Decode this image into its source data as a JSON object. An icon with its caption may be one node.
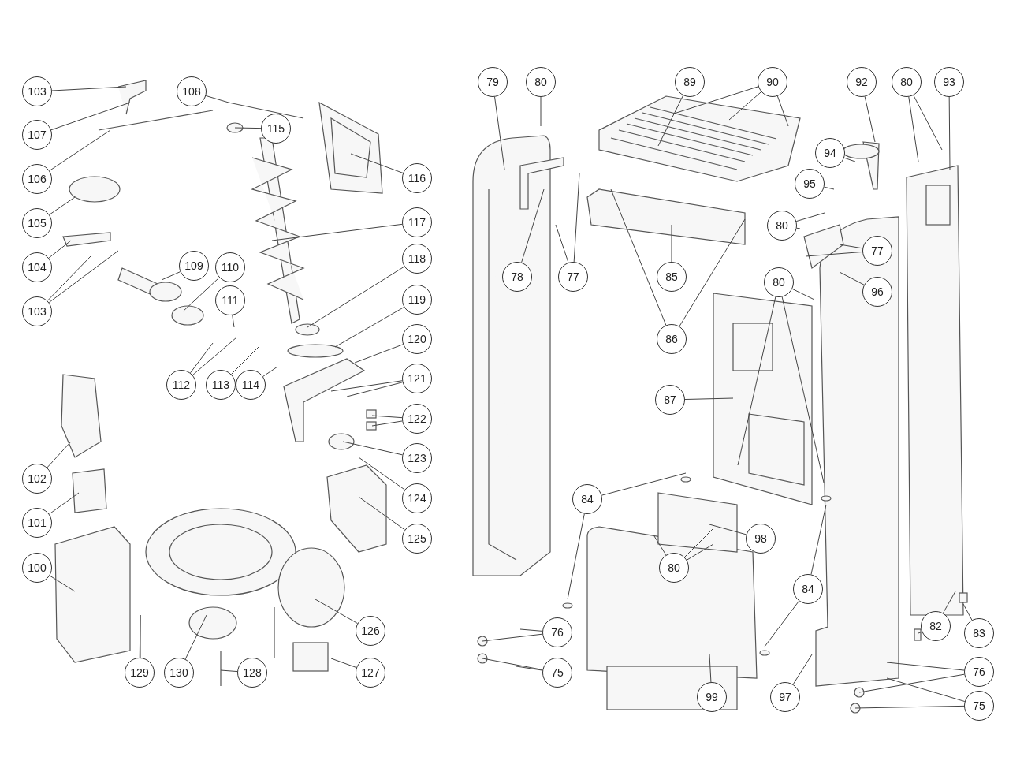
{
  "diagram": {
    "nodes": [
      {
        "text": [
          "103"
        ]
      },
      {
        "text": [
          "107"
        ]
      },
      {
        "text": [
          "106"
        ]
      },
      {
        "text": [
          "105"
        ]
      },
      {
        "text": [
          "104"
        ]
      },
      {
        "text": [
          "103"
        ]
      },
      {
        "text": [
          "108"
        ]
      },
      {
        "text": [
          "115"
        ]
      },
      {
        "text": [
          "109"
        ]
      },
      {
        "text": [
          "110"
        ]
      },
      {
        "text": [
          "111"
        ]
      },
      {
        "text": [
          "112"
        ]
      },
      {
        "text": [
          "113"
        ]
      },
      {
        "text": [
          "114"
        ]
      },
      {
        "text": [
          "116"
        ]
      },
      {
        "text": [
          "117"
        ]
      },
      {
        "text": [
          "118"
        ]
      },
      {
        "text": [
          "119"
        ]
      },
      {
        "text": [
          "120"
        ]
      },
      {
        "text": [
          "121"
        ]
      },
      {
        "text": [
          "122"
        ]
      },
      {
        "text": [
          "123"
        ]
      },
      {
        "text": [
          "124"
        ]
      },
      {
        "text": [
          "125"
        ]
      },
      {
        "text": [
          "102"
        ]
      },
      {
        "text": [
          "101"
        ]
      },
      {
        "text": [
          "100"
        ]
      },
      {
        "text": [
          "126"
        ]
      },
      {
        "text": [
          "129"
        ]
      },
      {
        "text": [
          "130"
        ]
      },
      {
        "text": [
          "128"
        ]
      },
      {
        "text": [
          "127"
        ]
      },
      {
        "text": [
          "79"
        ]
      },
      {
        "text": [
          "80"
        ]
      },
      {
        "text": [
          "89"
        ]
      },
      {
        "text": [
          "90"
        ]
      },
      {
        "text": [
          "92"
        ]
      },
      {
        "text": [
          "80"
        ]
      },
      {
        "text": [
          "93"
        ]
      },
      {
        "text": [
          "94"
        ]
      },
      {
        "text": [
          "95"
        ]
      },
      {
        "text": [
          "80"
        ]
      },
      {
        "text": [
          "77"
        ]
      },
      {
        "text": [
          "96"
        ]
      },
      {
        "text": [
          "78"
        ]
      },
      {
        "text": [
          "77"
        ]
      },
      {
        "text": [
          "85"
        ]
      },
      {
        "text": [
          "86"
        ]
      },
      {
        "text": [
          "80"
        ]
      },
      {
        "text": [
          "87"
        ]
      },
      {
        "text": [
          "84"
        ]
      },
      {
        "text": [
          "98"
        ]
      },
      {
        "text": [
          "80"
        ]
      },
      {
        "text": [
          "84"
        ]
      },
      {
        "text": [
          "82"
        ]
      },
      {
        "text": [
          "83"
        ]
      },
      {
        "text": [
          "76"
        ]
      },
      {
        "text": [
          "75"
        ]
      },
      {
        "text": [
          "99"
        ]
      },
      {
        "text": [
          "97"
        ]
      },
      {
        "text": [
          "76"
        ]
      },
      {
        "text": [
          "75"
        ]
      }
    ],
    "edges": [
      {
        "from": 0,
        "to": null,
        "arrow": "none"
      },
      {
        "from": 1,
        "to": null,
        "arrow": "none"
      },
      {
        "from": 2,
        "to": null,
        "arrow": "none"
      },
      {
        "from": 3,
        "to": null,
        "arrow": "none"
      },
      {
        "from": 4,
        "to": null,
        "arrow": "none"
      },
      {
        "from": 5,
        "to": null,
        "arrow": "none"
      },
      {
        "from": 5,
        "to": null,
        "arrow": "none"
      },
      {
        "from": 6,
        "to": null,
        "arrow": "none"
      },
      {
        "from": 7,
        "to": null,
        "arrow": "none"
      },
      {
        "from": 8,
        "to": null,
        "arrow": "none"
      },
      {
        "from": 9,
        "to": null,
        "arrow": "none"
      },
      {
        "from": 10,
        "to": null,
        "arrow": "none"
      },
      {
        "from": 11,
        "to": null,
        "arrow": "none"
      },
      {
        "from": 11,
        "to": null,
        "arrow": "none"
      },
      {
        "from": 12,
        "to": null,
        "arrow": "none"
      },
      {
        "from": 13,
        "to": null,
        "arrow": "none"
      },
      {
        "from": 14,
        "to": null,
        "arrow": "none"
      },
      {
        "from": 15,
        "to": null,
        "arrow": "none"
      },
      {
        "from": 16,
        "to": null,
        "arrow": "none"
      },
      {
        "from": 17,
        "to": null,
        "arrow": "none"
      },
      {
        "from": 18,
        "to": null,
        "arrow": "none"
      },
      {
        "from": 19,
        "to": null,
        "arrow": "none"
      },
      {
        "from": 19,
        "to": null,
        "arrow": "none"
      },
      {
        "from": 20,
        "to": null,
        "arrow": "none"
      },
      {
        "from": 20,
        "to": null,
        "arrow": "none"
      },
      {
        "from": 21,
        "to": null,
        "arrow": "none"
      },
      {
        "from": 22,
        "to": null,
        "arrow": "none"
      },
      {
        "from": 23,
        "to": null,
        "arrow": "none"
      },
      {
        "from": 24,
        "to": null,
        "arrow": "none"
      },
      {
        "from": 25,
        "to": null,
        "arrow": "none"
      },
      {
        "from": 26,
        "to": null,
        "arrow": "none"
      },
      {
        "from": 27,
        "to": null,
        "arrow": "none"
      },
      {
        "from": 28,
        "to": null,
        "arrow": "none"
      },
      {
        "from": 29,
        "to": null,
        "arrow": "none"
      },
      {
        "from": 30,
        "to": null,
        "arrow": "none"
      },
      {
        "from": 31,
        "to": null,
        "arrow": "none"
      },
      {
        "from": 32,
        "to": null,
        "arrow": "none"
      },
      {
        "from": 33,
        "to": null,
        "arrow": "none"
      },
      {
        "from": 34,
        "to": null,
        "arrow": "none"
      },
      {
        "from": 35,
        "to": null,
        "arrow": "none"
      },
      {
        "from": 35,
        "to": null,
        "arrow": "none"
      },
      {
        "from": 35,
        "to": null,
        "arrow": "none"
      },
      {
        "from": 36,
        "to": null,
        "arrow": "none"
      },
      {
        "from": 37,
        "to": null,
        "arrow": "none"
      },
      {
        "from": 37,
        "to": null,
        "arrow": "none"
      },
      {
        "from": 38,
        "to": null,
        "arrow": "none"
      },
      {
        "from": 39,
        "to": null,
        "arrow": "none"
      },
      {
        "from": 40,
        "to": null,
        "arrow": "none"
      },
      {
        "from": 41,
        "to": null,
        "arrow": "none"
      },
      {
        "from": 41,
        "to": null,
        "arrow": "none"
      },
      {
        "from": 42,
        "to": null,
        "arrow": "none"
      },
      {
        "from": 42,
        "to": null,
        "arrow": "none"
      },
      {
        "from": 43,
        "to": null,
        "arrow": "none"
      },
      {
        "from": 44,
        "to": null,
        "arrow": "none"
      },
      {
        "from": 45,
        "to": null,
        "arrow": "none"
      },
      {
        "from": 45,
        "to": null,
        "arrow": "none"
      },
      {
        "from": 46,
        "to": null,
        "arrow": "none"
      },
      {
        "from": 47,
        "to": null,
        "arrow": "none"
      },
      {
        "from": 47,
        "to": null,
        "arrow": "none"
      },
      {
        "from": 48,
        "to": null,
        "arrow": "none"
      },
      {
        "from": 48,
        "to": null,
        "arrow": "none"
      },
      {
        "from": 48,
        "to": null,
        "arrow": "none"
      },
      {
        "from": 49,
        "to": null,
        "arrow": "none"
      },
      {
        "from": 50,
        "to": null,
        "arrow": "none"
      },
      {
        "from": 50,
        "to": null,
        "arrow": "none"
      },
      {
        "from": 51,
        "to": null,
        "arrow": "none"
      },
      {
        "from": 52,
        "to": null,
        "arrow": "none"
      },
      {
        "from": 52,
        "to": null,
        "arrow": "none"
      },
      {
        "from": 52,
        "to": null,
        "arrow": "none"
      },
      {
        "from": 53,
        "to": null,
        "arrow": "none"
      },
      {
        "from": 53,
        "to": null,
        "arrow": "none"
      },
      {
        "from": 54,
        "to": null,
        "arrow": "none"
      },
      {
        "from": 54,
        "to": null,
        "arrow": "none"
      },
      {
        "from": 55,
        "to": null,
        "arrow": "none"
      },
      {
        "from": 56,
        "to": null,
        "arrow": "none"
      },
      {
        "from": 56,
        "to": null,
        "arrow": "none"
      },
      {
        "from": 57,
        "to": null,
        "arrow": "none"
      },
      {
        "from": 57,
        "to": null,
        "arrow": "none"
      },
      {
        "from": 58,
        "to": null,
        "arrow": "none"
      },
      {
        "from": 59,
        "to": null,
        "arrow": "none"
      },
      {
        "from": 60,
        "to": null,
        "arrow": "none"
      },
      {
        "from": 60,
        "to": null,
        "arrow": "none"
      },
      {
        "from": 61,
        "to": null,
        "arrow": "none"
      },
      {
        "from": 61,
        "to": null,
        "arrow": "none"
      }
    ]
  }
}
